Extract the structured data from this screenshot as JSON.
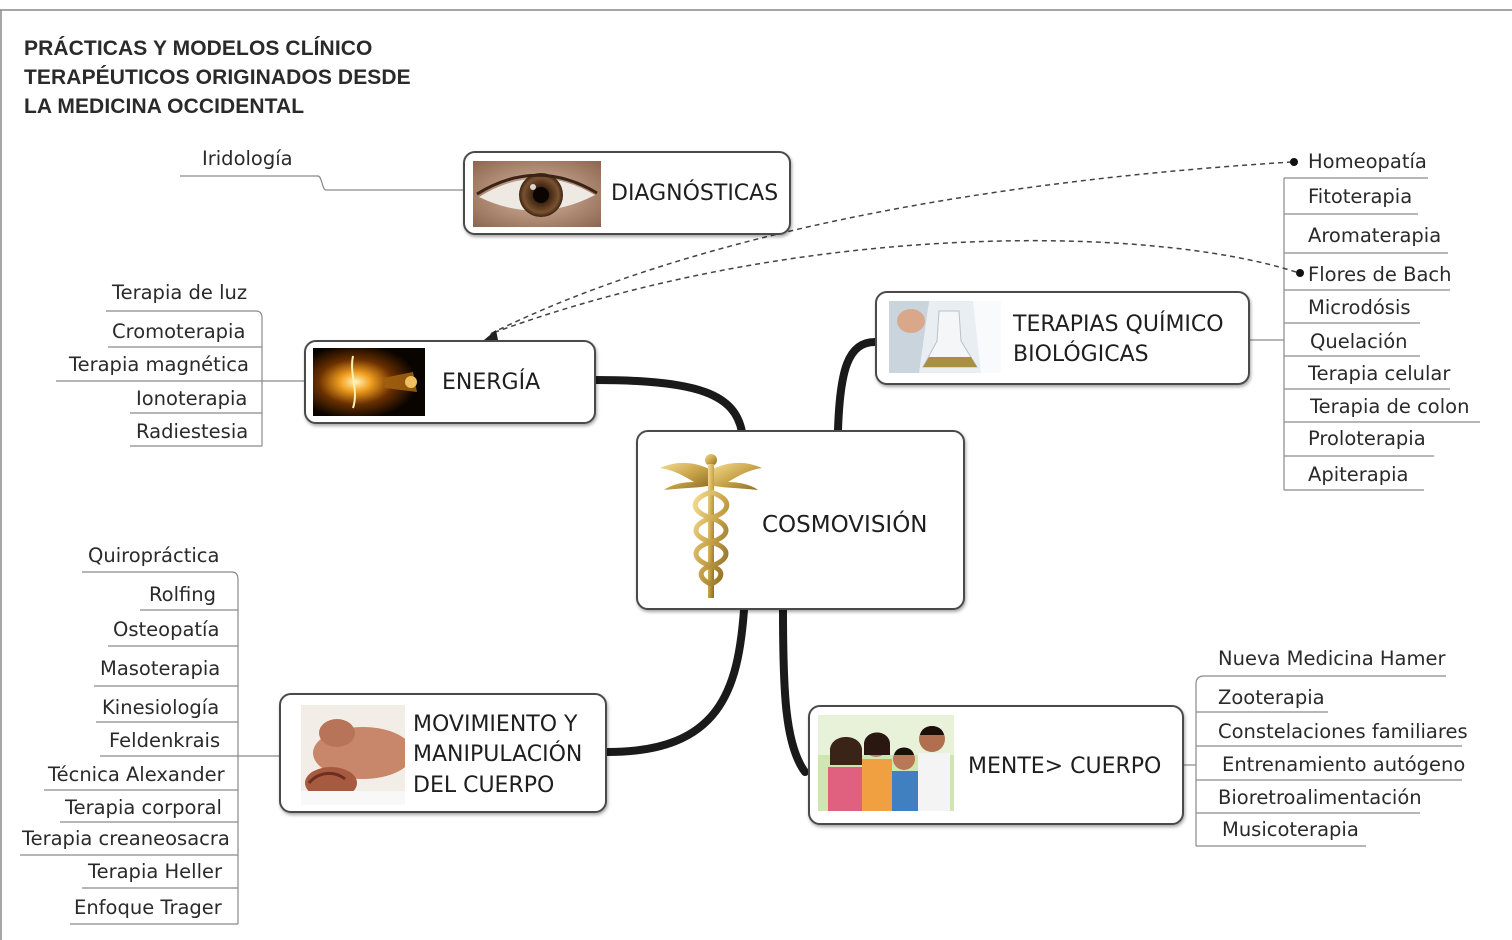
{
  "title_lines": [
    "PRÁCTICAS Y MODELOS CLÍNICO",
    "TERAPÉUTICOS ORIGINADOS DESDE",
    "LA MEDICINA OCCIDENTAL"
  ],
  "center": {
    "label": "COSMOVISIÓN",
    "icon": "caduceus-icon"
  },
  "branches": {
    "diagnosticas": {
      "label": "DIAGNÓSTICAS",
      "image": "eye-photo",
      "leaves": [
        "Iridología"
      ]
    },
    "energia": {
      "label": "ENERGÍA",
      "image": "glowing-light-photo",
      "leaves": [
        "Terapia de luz",
        "Cromoterapia",
        "Terapia magnética",
        "Ionoterapia",
        "Radiestesia"
      ]
    },
    "quimico": {
      "label_lines": [
        "TERAPIAS QUÍMICO",
        "BIOLÓGICAS"
      ],
      "image": "lab-flask-photo",
      "leaves": [
        "Homeopatía",
        "Fitoterapia",
        "Aromaterapia",
        "Flores de Bach",
        "Microdósis",
        "Quelación",
        "Terapia celular",
        "Terapia de colon",
        "Proloterapia",
        "Apiterapia"
      ]
    },
    "movimiento": {
      "label_lines": [
        "MOVIMIENTO Y",
        "MANIPULACIÓN",
        "DEL CUERPO"
      ],
      "image": "massage-photo",
      "leaves": [
        "Quiropráctica",
        "Rolfing",
        "Osteopatía",
        "Masoterapia",
        "Kinesiología",
        "Feldenkrais",
        "Técnica Alexander",
        "Terapia corporal",
        "Terapia creaneosacra",
        "Terapia Heller",
        "Enfoque Trager"
      ]
    },
    "mente": {
      "label": "MENTE> CUERPO",
      "image": "family-photo",
      "leaves": [
        "Nueva Medicina Hamer",
        "Zooterapia",
        "Constelaciones familiares",
        "Entrenamiento autógeno",
        "Bioretroalimentación",
        "Musicoterapia"
      ]
    }
  },
  "colors": {
    "line": "#1a1a1a",
    "leaf_line": "#8a8a8a",
    "node_border": "#4a4a4a",
    "caduceus_gold": "#c9a44a"
  }
}
